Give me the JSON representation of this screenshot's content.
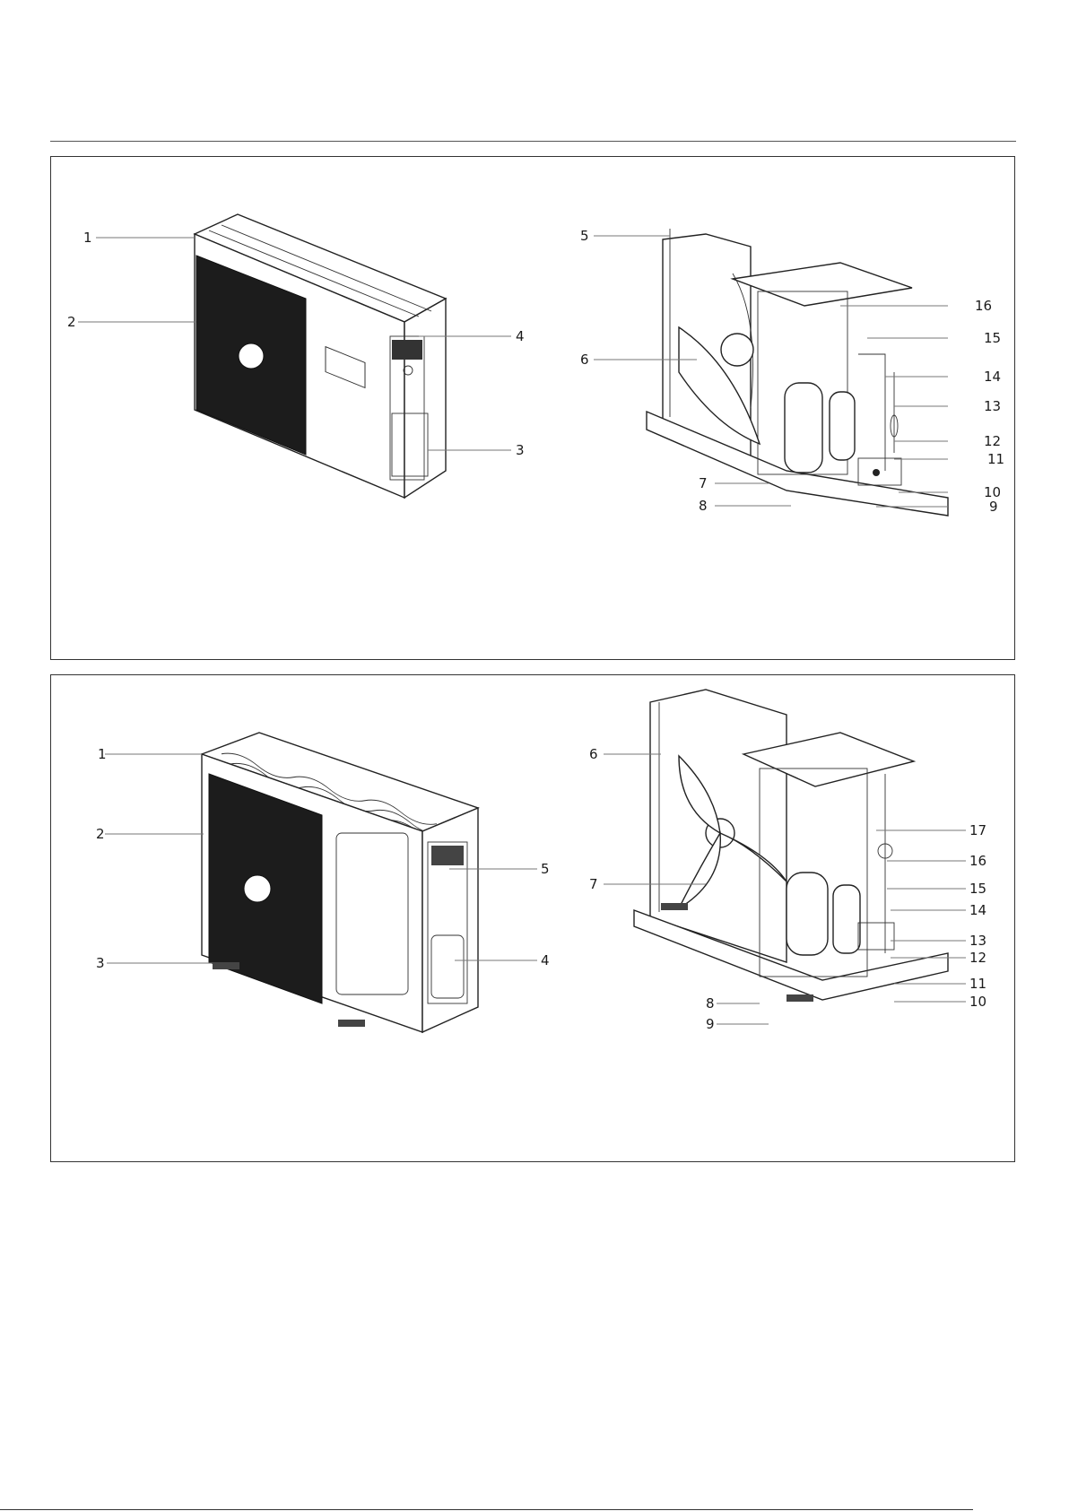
{
  "panels": [
    {
      "callouts": [
        "1",
        "2",
        "3",
        "4",
        "5",
        "6",
        "7",
        "8",
        "9",
        "10",
        "11",
        "12",
        "13",
        "14",
        "15",
        "16"
      ]
    },
    {
      "callouts": [
        "1",
        "2",
        "3",
        "4",
        "5",
        "6",
        "7",
        "8",
        "9",
        "10",
        "11",
        "12",
        "13",
        "14",
        "15",
        "16",
        "17"
      ]
    }
  ],
  "footer": {
    "code": ""
  }
}
